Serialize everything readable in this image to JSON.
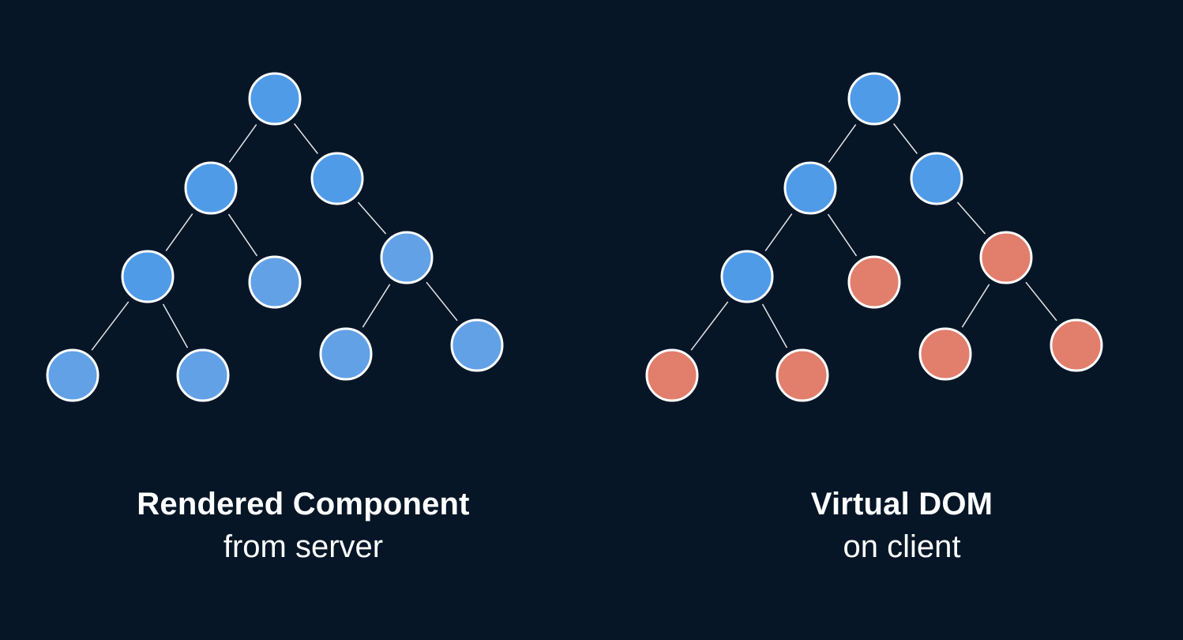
{
  "colors": {
    "background": "#061627",
    "node_blue": "#4f9be8",
    "node_blue_light": "#62a1e6",
    "node_red": "#e27e6c",
    "stroke": "#ffffff",
    "edge": "#e6e6e6"
  },
  "captions": {
    "left": {
      "title": "Rendered Component",
      "subtitle": "from server"
    },
    "right": {
      "title": "Virtual DOM",
      "subtitle": "on client"
    }
  },
  "trees": [
    {
      "name": "rendered-component-tree",
      "nodes": [
        {
          "id": "root",
          "status": "blue"
        },
        {
          "id": "a",
          "status": "blue"
        },
        {
          "id": "b",
          "status": "blue"
        },
        {
          "id": "a1",
          "status": "blue"
        },
        {
          "id": "a2",
          "status": "blue-light"
        },
        {
          "id": "b1",
          "status": "blue-light"
        },
        {
          "id": "a1a",
          "status": "blue-light"
        },
        {
          "id": "a1b",
          "status": "blue-light"
        },
        {
          "id": "b1a",
          "status": "blue-light"
        },
        {
          "id": "b1b",
          "status": "blue-light"
        }
      ]
    },
    {
      "name": "virtual-dom-tree",
      "nodes": [
        {
          "id": "root",
          "status": "blue"
        },
        {
          "id": "a",
          "status": "blue"
        },
        {
          "id": "b",
          "status": "blue"
        },
        {
          "id": "a1",
          "status": "blue"
        },
        {
          "id": "a2",
          "status": "red"
        },
        {
          "id": "b1",
          "status": "red"
        },
        {
          "id": "a1a",
          "status": "red"
        },
        {
          "id": "a1b",
          "status": "red"
        },
        {
          "id": "b1a",
          "status": "red"
        },
        {
          "id": "b1b",
          "status": "red"
        }
      ]
    }
  ],
  "edges": [
    [
      "root",
      "a"
    ],
    [
      "root",
      "b"
    ],
    [
      "a",
      "a1"
    ],
    [
      "a",
      "a2"
    ],
    [
      "b",
      "b1"
    ],
    [
      "a1",
      "a1a"
    ],
    [
      "a1",
      "a1b"
    ],
    [
      "b1",
      "b1a"
    ],
    [
      "b1",
      "b1b"
    ]
  ]
}
